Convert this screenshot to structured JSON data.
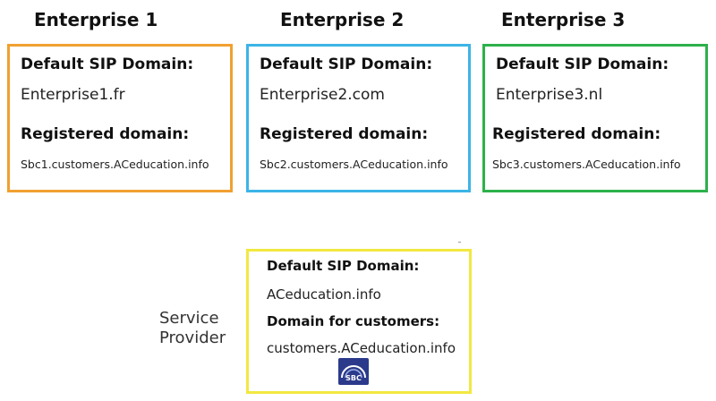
{
  "colors": {
    "enterprise1_border": "#f0a030",
    "enterprise2_border": "#3cb4e6",
    "enterprise3_border": "#2db14b",
    "service_provider_border": "#f2e840",
    "sbc_logo": "#2b3a8a"
  },
  "enterprises": [
    {
      "title": "Enterprise 1",
      "default_sip_label": "Default SIP Domain:",
      "default_sip_value": "Enterprise1.fr",
      "registered_label": "Registered domain:",
      "registered_value": "Sbc1.customers.ACeducation.info"
    },
    {
      "title": "Enterprise 2",
      "default_sip_label": "Default SIP Domain:",
      "default_sip_value": "Enterprise2.com",
      "registered_label": "Registered domain:",
      "registered_value": "Sbc2.customers.ACeducation.info"
    },
    {
      "title": "Enterprise 3",
      "default_sip_label": "Default SIP Domain:",
      "default_sip_value": "Enterprise3.nl",
      "registered_label": "Registered domain:",
      "registered_value": "Sbc3.customers.ACeducation.info"
    }
  ],
  "service_provider": {
    "label_line1": "Service",
    "label_line2": "Provider",
    "default_sip_label": "Default SIP Domain:",
    "default_sip_value": "ACeducation.info",
    "customers_label": "Domain for customers:",
    "customers_value": "customers.ACeducation.info",
    "logo_text": "SBC",
    "logo_icon": "sbc-logo-icon"
  }
}
